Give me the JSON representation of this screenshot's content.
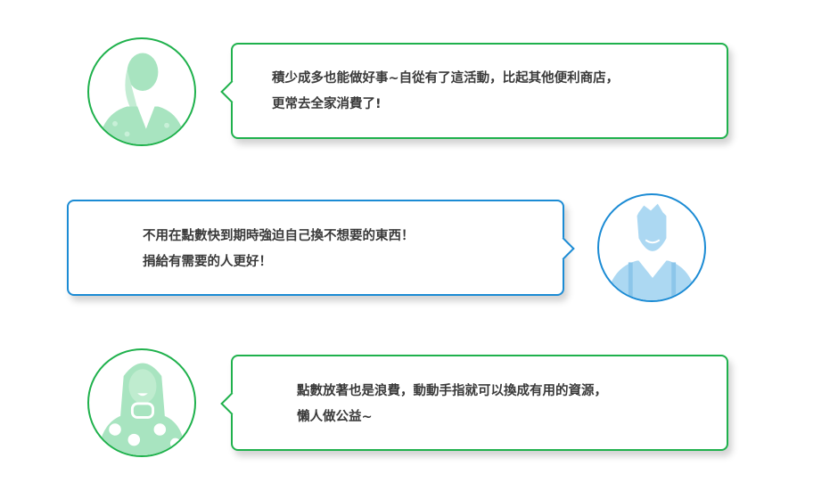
{
  "colors": {
    "green": "#1fb14c",
    "blue": "#1b8bd4",
    "green_fill": "#a8e4c0",
    "blue_fill": "#acd8f2"
  },
  "testimonials": [
    {
      "avatar": "woman-ponytail-avatar",
      "lines": [
        "積少成多也能做好事~自從有了這活動，比起其他便利商店，",
        "更常去全家消費了!"
      ]
    },
    {
      "avatar": "bearded-man-avatar",
      "lines": [
        "不用在點數快到期時強迫自己換不想要的東西！",
        "捐給有需要的人更好！"
      ]
    },
    {
      "avatar": "woman-polka-dot-avatar",
      "lines": [
        "點數放著也是浪費，動動手指就可以換成有用的資源，",
        "懶人做公益~"
      ]
    }
  ]
}
